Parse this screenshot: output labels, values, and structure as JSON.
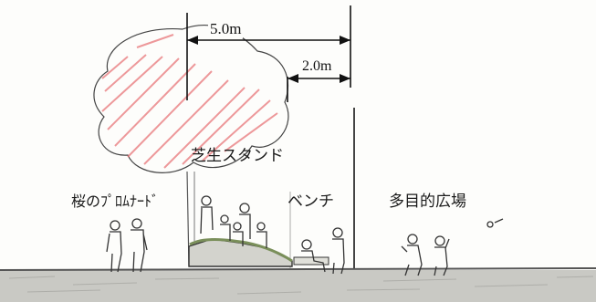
{
  "dimensions": {
    "overall": "5.0m",
    "bench_setback": "2.0m"
  },
  "labels": {
    "promenade": "桜のﾌﾟﾛﾑﾅｰﾄﾞ",
    "lawn_stand": "芝生スタンド",
    "bench": "ベンチ",
    "plaza": "多目的広場"
  },
  "colors": {
    "ink": "#222222",
    "cherry_blossom": "#e8777a",
    "ground": "#b9b9b4",
    "grass": "#7a8f5a"
  }
}
